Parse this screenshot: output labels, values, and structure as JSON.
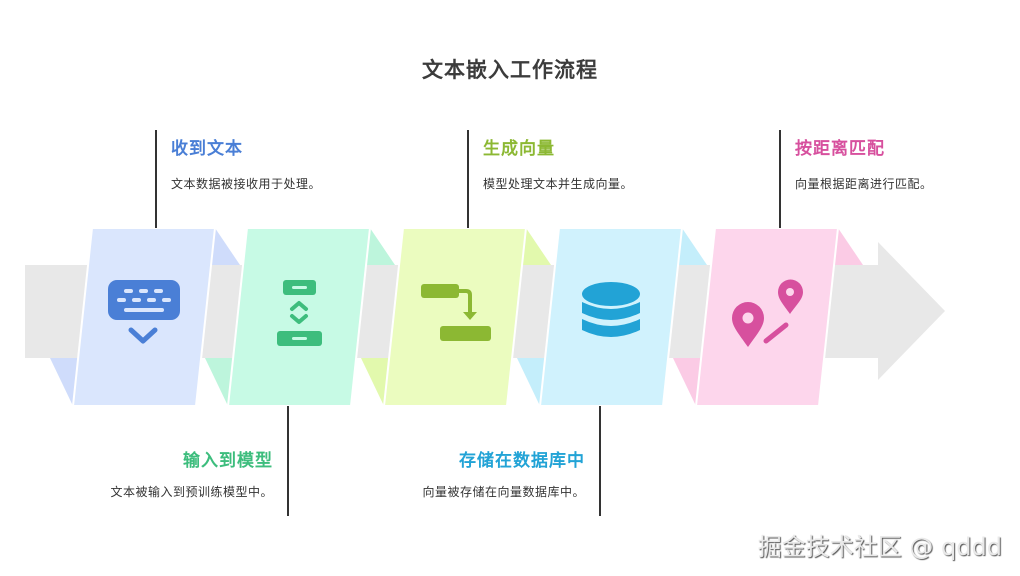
{
  "title": "文本嵌入工作流程",
  "colors": {
    "band": "#e8e8e8",
    "connector": "#333333",
    "title": "#3c3c3c"
  },
  "steps": [
    {
      "id": 1,
      "heading": "收到文本",
      "description": "文本数据被接收用于处理。",
      "icon": "keyboard-input-icon",
      "position": "top",
      "accent": "#4a7fd6",
      "fill": "#dae6fd",
      "fold": "#cfdcfb"
    },
    {
      "id": 2,
      "heading": "输入到模型",
      "description": "文本被输入到预训练模型中。",
      "icon": "input-transfer-icon",
      "position": "bottom",
      "accent": "#3dbd7d",
      "fill": "#c7fae5",
      "fold": "#bdf5dc"
    },
    {
      "id": 3,
      "heading": "生成向量",
      "description": "模型处理文本并生成向量。",
      "icon": "process-flow-icon",
      "position": "top",
      "accent": "#8cb833",
      "fill": "#ebfcbf",
      "fold": "#e2f9ad"
    },
    {
      "id": 4,
      "heading": "存储在数据库中",
      "description": "向量被存储在向量数据库中。",
      "icon": "database-icon",
      "position": "bottom",
      "accent": "#22a3d6",
      "fill": "#d0f2fd",
      "fold": "#c4eefb"
    },
    {
      "id": 5,
      "heading": "按距离匹配",
      "description": "向量根据距离进行匹配。",
      "icon": "distance-pins-icon",
      "position": "top",
      "accent": "#d7509e",
      "fill": "#fdd6ec",
      "fold": "#fbcbe5"
    }
  ],
  "watermark": "掘金技术社区 @ qddd"
}
